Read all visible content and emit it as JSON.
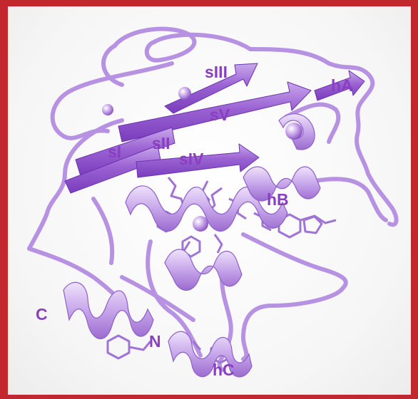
{
  "diagram": {
    "labels": {
      "siii": "sIII",
      "ha": "hA",
      "sv": "sV",
      "si": "sI",
      "sii": "sII",
      "siv": "sIV",
      "hb": "hB",
      "c": "C",
      "n": "N",
      "hc": "hC"
    },
    "colors": {
      "ribbon_dark": "#8b4fc8",
      "ribbon_mid": "#b184e0",
      "ribbon_light": "#dcc8f2",
      "label": "#8a3fc0",
      "border": "#c1272d"
    }
  }
}
